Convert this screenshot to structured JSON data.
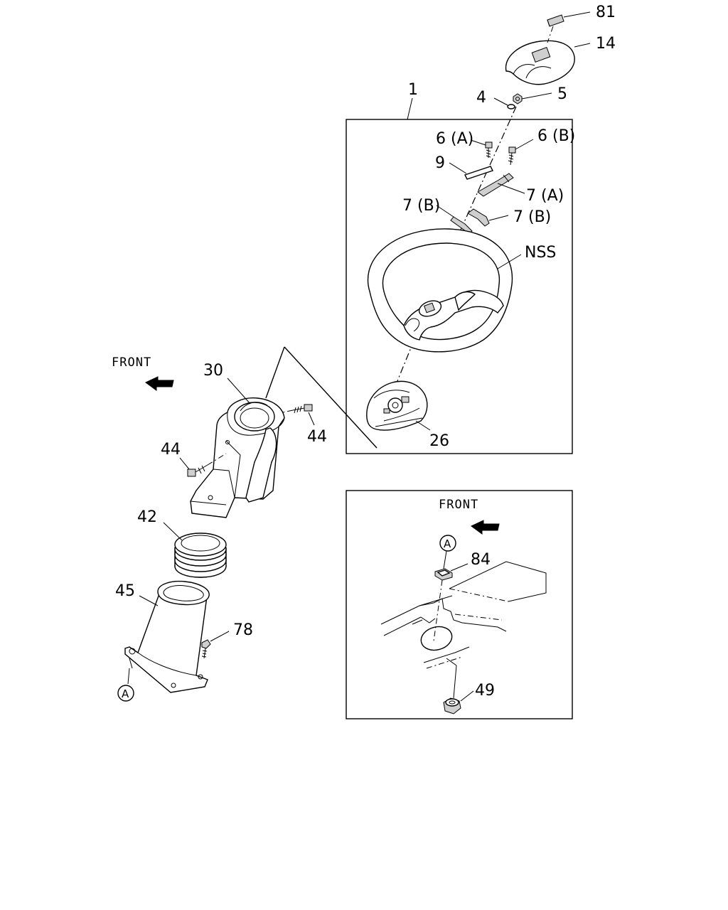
{
  "labels": {
    "p81": "81",
    "p14": "14",
    "p1": "1",
    "p4": "4",
    "p5": "5",
    "p6a": "6 (A)",
    "p6b": "6 (B)",
    "p9": "9",
    "p7a": "7 (A)",
    "p7b_left": "7 (B)",
    "p7b_right": "7 (B)",
    "nss": "NSS",
    "p26": "26",
    "p30": "30",
    "p44_right": "44",
    "p44_left": "44",
    "p42": "42",
    "p45": "45",
    "p78": "78",
    "p84": "84",
    "p49": "49"
  },
  "markers": {
    "ref_a_left": "A",
    "ref_a_inset": "A"
  },
  "front_labels": {
    "main": "FRONT",
    "inset": "FRONT"
  }
}
